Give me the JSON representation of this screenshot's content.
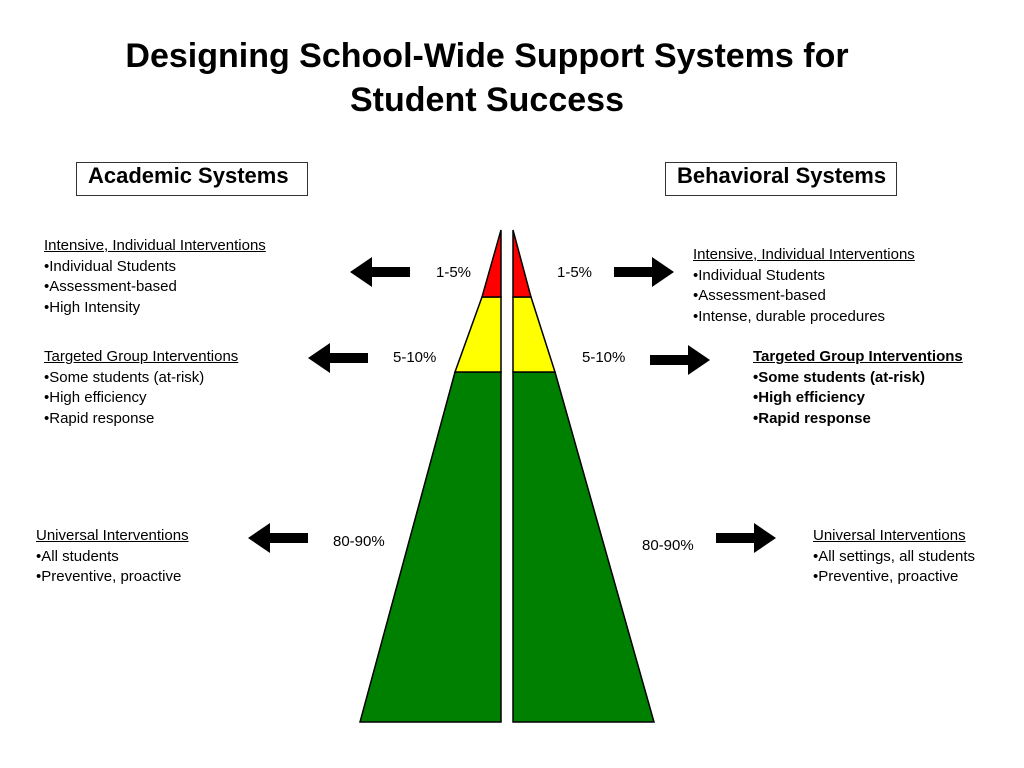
{
  "title": {
    "line1": "Designing School-Wide Support Systems for",
    "line2": "Student Success"
  },
  "academic": {
    "label": "Academic Systems",
    "tiers": [
      {
        "heading": "Intensive, Individual Interventions",
        "bullets": [
          "•Individual Students",
          "•Assessment-based",
          "•High Intensity"
        ],
        "percent": "1-5%"
      },
      {
        "heading": "Targeted Group Interventions",
        "bullets": [
          "•Some students (at-risk)",
          "•High efficiency",
          "•Rapid response"
        ],
        "percent": "5-10%"
      },
      {
        "heading": "Universal Interventions",
        "bullets": [
          "•All students",
          "•Preventive,  proactive"
        ],
        "percent": "80-90%"
      }
    ]
  },
  "behavioral": {
    "label": "Behavioral Systems",
    "tiers": [
      {
        "heading": "Intensive, Individual Interventions",
        "bullets": [
          "•Individual Students",
          "•Assessment-based",
          "•Intense, durable procedures"
        ],
        "percent": "1-5%"
      },
      {
        "heading": "Targeted Group Interventions",
        "bullets": [
          "•Some students (at-risk)",
          "•High efficiency",
          "•Rapid response"
        ],
        "percent": "5-10%"
      },
      {
        "heading": "Universal Interventions",
        "bullets": [
          "•All settings, all students",
          "•Preventive,  proactive"
        ],
        "percent": "80-90%"
      }
    ]
  },
  "colors": {
    "intensive": "#ff0000",
    "targeted": "#ffff00",
    "universal": "#008000",
    "outline": "#000000"
  }
}
